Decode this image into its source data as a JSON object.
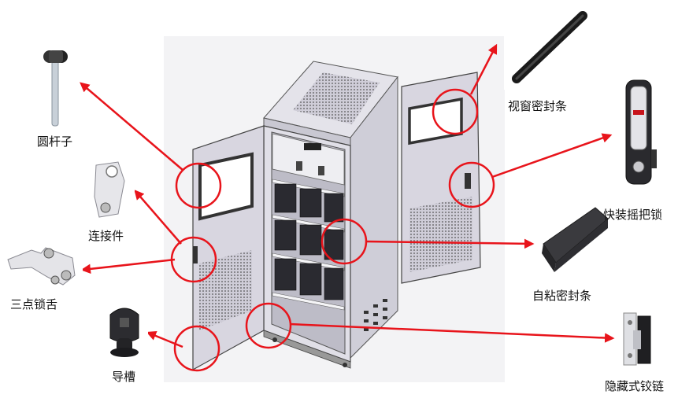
{
  "labels": {
    "round_rod": "圆杆子",
    "connector": "连接件",
    "three_point_tongue": "三点锁舌",
    "guide_groove": "导槽",
    "window_seal": "视窗密封条",
    "quick_handle_lock": "快装摇把锁",
    "adhesive_seal": "自粘密封条",
    "hidden_hinge": "隐藏式铰链"
  },
  "colors": {
    "arrow": "#e8141b",
    "cabinet_body": "#dedde6",
    "door_panel": "#d8d6e0",
    "edge": "#444444"
  }
}
